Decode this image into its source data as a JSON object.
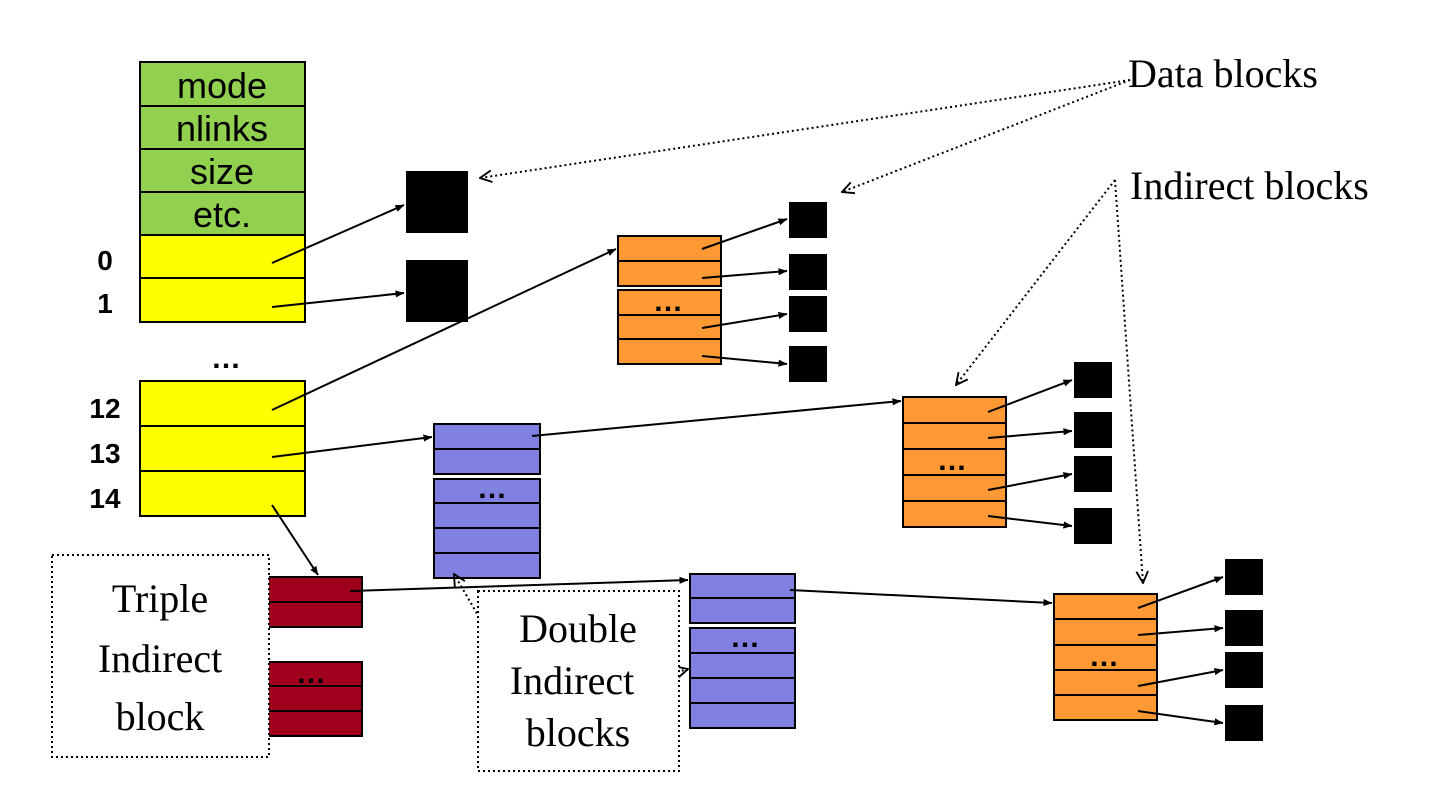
{
  "colors": {
    "meta_fill": "#92d050",
    "pointer_fill": "#ffff00",
    "single_indirect_fill": "#ff9933",
    "double_indirect_fill": "#8080e0",
    "triple_indirect_fill": "#a0001c",
    "data_block_fill": "#000000",
    "line_color": "#000000"
  },
  "inode": {
    "fields": [
      "mode",
      "nlinks",
      "size",
      "etc."
    ],
    "pointer_indices": [
      "0",
      "1",
      "12",
      "13",
      "14"
    ],
    "ellipsis": "…"
  },
  "block_ellipsis": "…",
  "labels": {
    "data_blocks": "Data blocks",
    "indirect_blocks": "Indirect blocks",
    "triple_indirect": [
      "Triple",
      "Indirect",
      "block"
    ],
    "double_indirect": [
      "Double",
      "Indirect",
      "blocks"
    ]
  }
}
